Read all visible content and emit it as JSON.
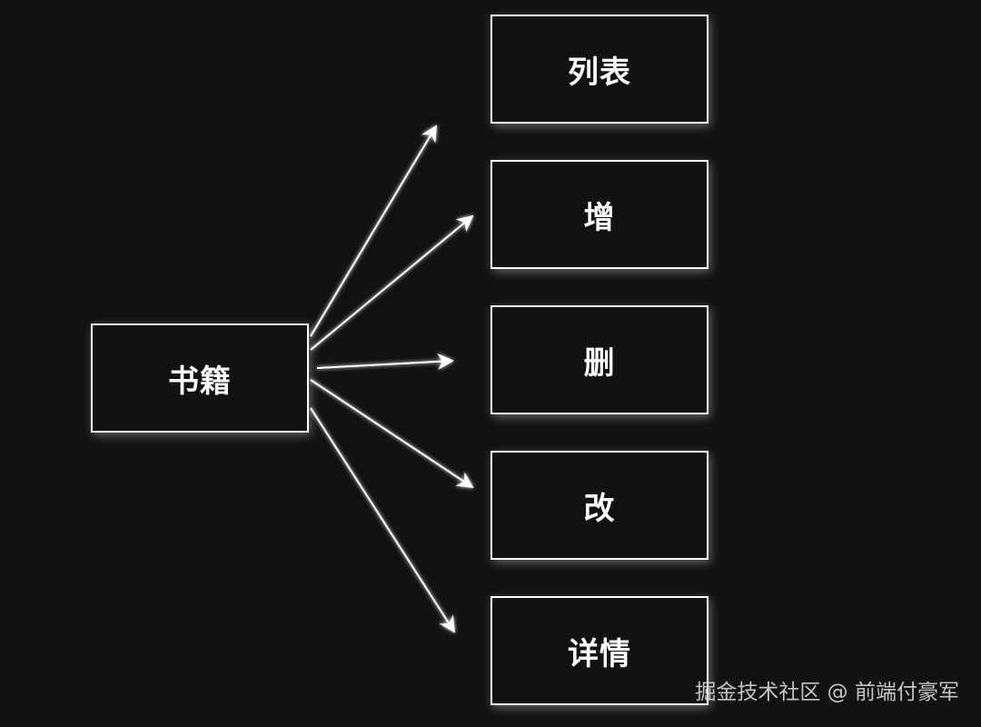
{
  "diagram": {
    "source": {
      "label": "书籍"
    },
    "targets": [
      {
        "label": "列表"
      },
      {
        "label": "增"
      },
      {
        "label": "删"
      },
      {
        "label": "改"
      },
      {
        "label": "详情"
      }
    ],
    "edge_color": "#ffffff",
    "node_border_color": "#ffffff",
    "background_color": "#121212"
  },
  "watermark": {
    "text": "掘金技术社区 @ 前端付豪军"
  }
}
